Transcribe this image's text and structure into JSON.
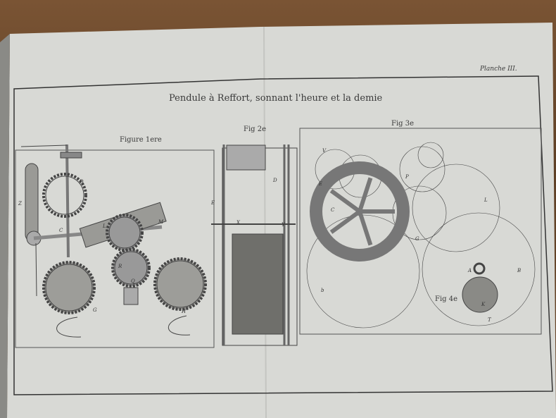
{
  "plate": {
    "title": "Pendule à Reffort, sonnant l'heure et la demie",
    "planche": "Planche III.",
    "figures": [
      {
        "label": "Figure 1ere"
      },
      {
        "label": "Fig 2e"
      },
      {
        "label": "Fig 3e"
      },
      {
        "label": "Fig 4e"
      }
    ],
    "letters": [
      "D",
      "Z",
      "C",
      "L",
      "M",
      "R",
      "Q",
      "G",
      "H",
      "E",
      "D",
      "Y",
      "X",
      "V",
      "C",
      "E",
      "P",
      "L",
      "G",
      "A",
      "B",
      "K",
      "T",
      "b"
    ]
  },
  "colors": {
    "paper": "#d9dad6",
    "ink": "#444444",
    "wood": "#6b4a2e"
  }
}
